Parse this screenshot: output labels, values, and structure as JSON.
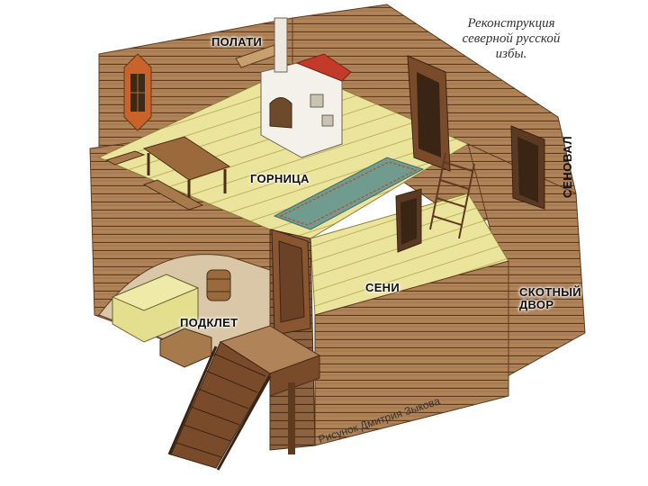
{
  "caption": {
    "line1": "Реконструкция",
    "line2": "северной русской",
    "line3": "избы."
  },
  "labels": {
    "polati": "ПОЛАТИ",
    "gornitsa": "ГОРНИЦА",
    "senoval": "СЕНОВАЛ",
    "seni": "СЕНИ",
    "skotny_line1": "СКОТНЫЙ",
    "skotny_line2": "ДВОР",
    "podklet": "ПОДКЛЕТ"
  },
  "credit": "Рисунок Дмитрия Зыкова",
  "colors": {
    "log_wall": "#a87a52",
    "log_line": "#5e3a1f",
    "floor": "#e8e39a",
    "floor_line": "#b8ae5a",
    "stove": "#f2efe8",
    "brick": "#c23b2a",
    "door": "#7a4b2a",
    "dark_wood": "#4a2e18"
  }
}
